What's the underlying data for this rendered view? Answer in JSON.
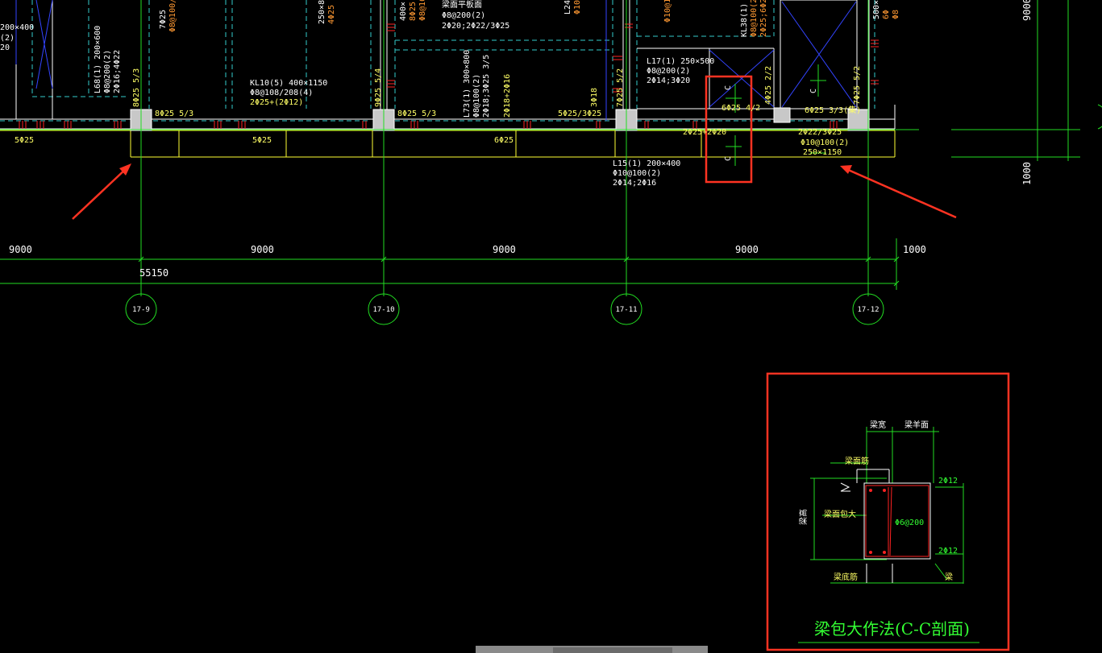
{
  "beams": {
    "l68": [
      "L68(1) 200×600",
      "Φ8@200(2)",
      "2Φ16;4Φ22"
    ],
    "kl10": [
      "KL10(5) 400×1150",
      "Φ8@108/208(4)",
      "2Φ25+(2Φ12)"
    ],
    "l73": [
      "L73(1) 300×800",
      "Φ8@100(2)",
      "2Φ18;3Φ25 3/5",
      "2Φ18+2Φ16"
    ],
    "top_mid": [
      "梁面平板面",
      "Φ8@200(2)",
      "2Φ20;2Φ22/3Φ25"
    ],
    "l17": [
      "L17(1) 250×500",
      "Φ8@200(2)",
      "2Φ14;3Φ20"
    ],
    "l15": [
      "L15(1) 200×400",
      "Φ10@100(2)",
      "2Φ14;2Φ16"
    ],
    "kl38": [
      "KL38(1) 2",
      "Φ8@100(2)",
      "2Φ25;6Φ2"
    ],
    "right_bot": [
      "2Φ22/3Φ25",
      "Φ10@100(2)",
      "250×1150"
    ],
    "frag_left": [
      "200×400",
      "(2)",
      "20"
    ],
    "frag_a": [
      "7Φ25",
      "Φ8@100/"
    ],
    "frag_b": [
      "400×",
      "8Φ25",
      "Φ8@10"
    ],
    "frag_c": [
      "250×8",
      "4Φ25"
    ],
    "frag_d": [
      "L24",
      "Φ10@"
    ],
    "frag_e": [
      "Φ10@100"
    ],
    "frag_f": [
      "500×",
      "6Φ",
      "Φ8"
    ]
  },
  "rebar": {
    "r1": "8Φ25 5/3",
    "r2": "8Φ25 5/3",
    "r3": "9Φ25 5/4",
    "r4": "8Φ25 5/3",
    "r5": "5Φ25/3Φ25",
    "r6": "3Φ18",
    "r7": "7Φ25 5/2",
    "r8": "6Φ25 4/2",
    "r9": "4Φ25 2/2",
    "r10": "6Φ25 3/3(集)",
    "r11": "7Φ25 5/2",
    "b1": "5Φ25",
    "b2": "5Φ25",
    "b3": "6Φ25",
    "b4": "2Φ25+2Φ20"
  },
  "section_mark": "C",
  "dimensions": {
    "spans": [
      "9000",
      "9000",
      "9000",
      "9000",
      "1000"
    ],
    "total": "55150",
    "v1": "9000",
    "v2": "1000"
  },
  "axes": [
    "17-9",
    "17-10",
    "17-11",
    "17-12"
  ],
  "detail": {
    "title": "梁包大作法(C-C剖面)",
    "top_labels": [
      "梁宽",
      "梁羊面"
    ],
    "left_vertical": "梁高",
    "labels": [
      "梁面筋",
      "梁面包大",
      "梁底筋",
      "梁"
    ],
    "rebar_top": "2Φ12",
    "rebar_mid": "Φ6@200",
    "rebar_bot": "2Φ12"
  },
  "colors": {
    "background": "#000000",
    "beam_line": "#ffff33",
    "axis_line": "#22dd22",
    "markup_red": "#ff3322",
    "column_fill": "#c8c8c8"
  }
}
